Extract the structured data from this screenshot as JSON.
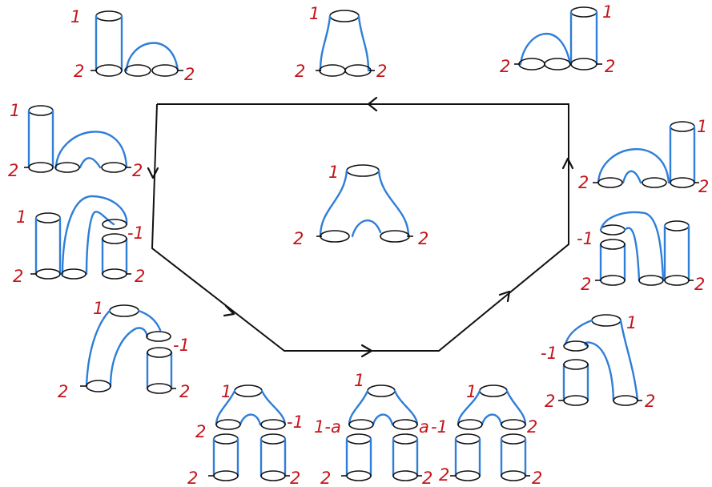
{
  "labels": {
    "one": "1",
    "two": "2",
    "minus_one": "-1",
    "one_minus_a": "1-a",
    "a": "a"
  },
  "colors": {
    "tube_stroke": "#2f7ed8",
    "label": "#c4161c",
    "outline": "#111111"
  }
}
